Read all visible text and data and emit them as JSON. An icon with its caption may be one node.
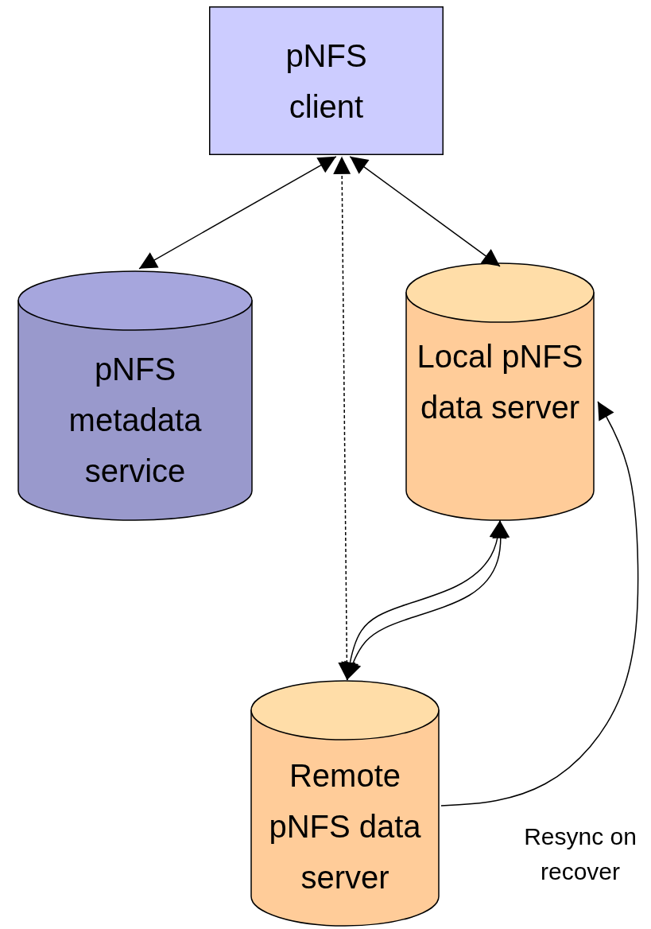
{
  "diagram": {
    "nodes": [
      {
        "text": [
          "pNFS client"
        ]
      },
      {
        "text": [
          "pNFS metadata service"
        ]
      },
      {
        "text": [
          "Local pNFS data server"
        ]
      },
      {
        "text": [
          "Remote pNFS data server"
        ]
      }
    ],
    "edges": [
      {
        "from": 0,
        "to": 1,
        "arrow": "both"
      },
      {
        "from": 3,
        "to": 0,
        "arrow": "both",
        "style": "dashed"
      },
      {
        "from": 0,
        "to": 2,
        "arrow": "both"
      },
      {
        "from": 2,
        "to": 3,
        "arrow": "both"
      },
      {
        "from": 2,
        "to": 3,
        "arrow": "both"
      },
      {
        "from": 3,
        "to": 2,
        "arrow": "to",
        "label": "Resync on recover"
      }
    ]
  }
}
